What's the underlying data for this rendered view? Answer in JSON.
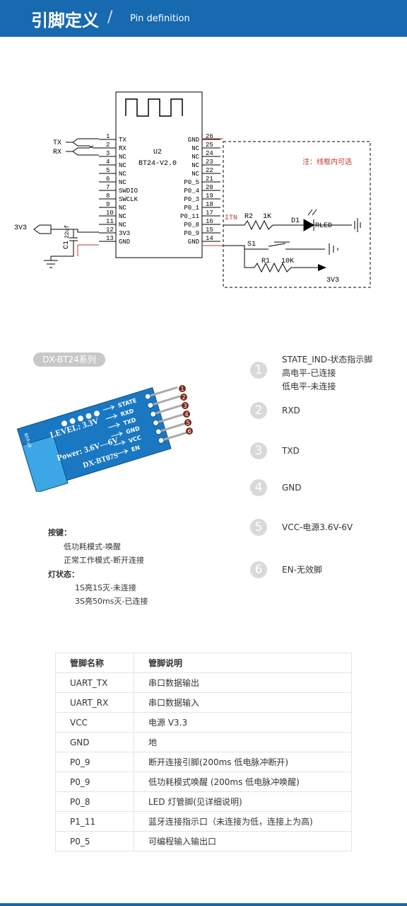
{
  "header": {
    "title_zh": "引脚定义",
    "title_en": "Pin definition"
  },
  "schematic": {
    "left_labels": [
      "TX",
      "RX",
      "3V3",
      "C1",
      "22uf"
    ],
    "ic_name": "U2",
    "ic_part": "BT24-V2.0",
    "left_pins": [
      {
        "num": "1",
        "name": "TX"
      },
      {
        "num": "2",
        "name": "RX"
      },
      {
        "num": "3",
        "name": "NC"
      },
      {
        "num": "4",
        "name": "NC"
      },
      {
        "num": "5",
        "name": "NC"
      },
      {
        "num": "6",
        "name": "NC"
      },
      {
        "num": "7",
        "name": "SWDIO"
      },
      {
        "num": "8",
        "name": "SWCLK"
      },
      {
        "num": "9",
        "name": "NC"
      },
      {
        "num": "10",
        "name": "NC"
      },
      {
        "num": "11",
        "name": "NC"
      },
      {
        "num": "12",
        "name": "3V3"
      },
      {
        "num": "13",
        "name": "GND"
      }
    ],
    "right_pins": [
      {
        "num": "26",
        "name": "GND"
      },
      {
        "num": "25",
        "name": "NC"
      },
      {
        "num": "24",
        "name": "NC"
      },
      {
        "num": "23",
        "name": "NC"
      },
      {
        "num": "22",
        "name": "NC"
      },
      {
        "num": "21",
        "name": "P0_5"
      },
      {
        "num": "20",
        "name": "P0_4"
      },
      {
        "num": "19",
        "name": "P0_3"
      },
      {
        "num": "18",
        "name": "P0_1"
      },
      {
        "num": "17",
        "name": "P0_11"
      },
      {
        "num": "16",
        "name": "P0_8"
      },
      {
        "num": "15",
        "name": "P0_9"
      },
      {
        "num": "14",
        "name": "GND"
      }
    ],
    "note": "注：线框内可选",
    "itn": "ITN",
    "r2": "R2",
    "r2_val": "1K",
    "d1": "D1",
    "rled": "RLED",
    "s1": "S1",
    "r1": "R1",
    "r1_val": "10K",
    "v3": "3V3"
  },
  "module": {
    "series_tag": "DX-BT24系列",
    "board_labels": [
      "STATE",
      "RXD",
      "TXD",
      "GND",
      "VCC",
      "EN"
    ],
    "level": "LEVEL: 3.3V",
    "power": "Power: 3.6V—6V",
    "model": "DX-BT07S",
    "side_code": "BT-I/I/B",
    "pin_markers": [
      "1",
      "2",
      "3",
      "4",
      "5",
      "6"
    ]
  },
  "pin_list": [
    {
      "num": "1",
      "lines": [
        "STATE_IND-状态指示脚",
        "高电平-已连接",
        "低电平-未连接"
      ]
    },
    {
      "num": "2",
      "lines": [
        "RXD"
      ]
    },
    {
      "num": "3",
      "lines": [
        "TXD"
      ]
    },
    {
      "num": "4",
      "lines": [
        "GND"
      ]
    },
    {
      "num": "5",
      "lines": [
        "VCC-电源3.6V-6V"
      ]
    },
    {
      "num": "6",
      "lines": [
        "EN-无效脚"
      ]
    }
  ],
  "notes": {
    "key_title": "按键：",
    "key1": "低功耗模式-唤醒",
    "key2": "正常工作模式-断开连接",
    "led_title": "灯状态：",
    "led1": "1S亮1S灭-未连接",
    "led2": "3S亮50ms灭-已连接"
  },
  "table": {
    "headers": [
      "管脚名称",
      "管脚说明"
    ],
    "rows": [
      [
        "UART_TX",
        "串口数据输出"
      ],
      [
        "UART_RX",
        "串口数据输入"
      ],
      [
        "VCC",
        "电源 V3.3"
      ],
      [
        "GND",
        "地"
      ],
      [
        "P0_9",
        "断开连接引脚(200ms 低电脉冲断开)"
      ],
      [
        "P0_9",
        "低功耗模式唤醒 (200ms 低电脉冲唤醒)"
      ],
      [
        "P0_8",
        "LED 灯管脚(见详细说明)"
      ],
      [
        "P1_11",
        "蓝牙连接指示口（未连接为低，连接上为高)"
      ],
      [
        "P0_5",
        "可编程输入输出口"
      ]
    ]
  },
  "colors": {
    "brand": "#1769b0",
    "wire_red": "#c0392b",
    "board_blue": "#1a78c2"
  }
}
